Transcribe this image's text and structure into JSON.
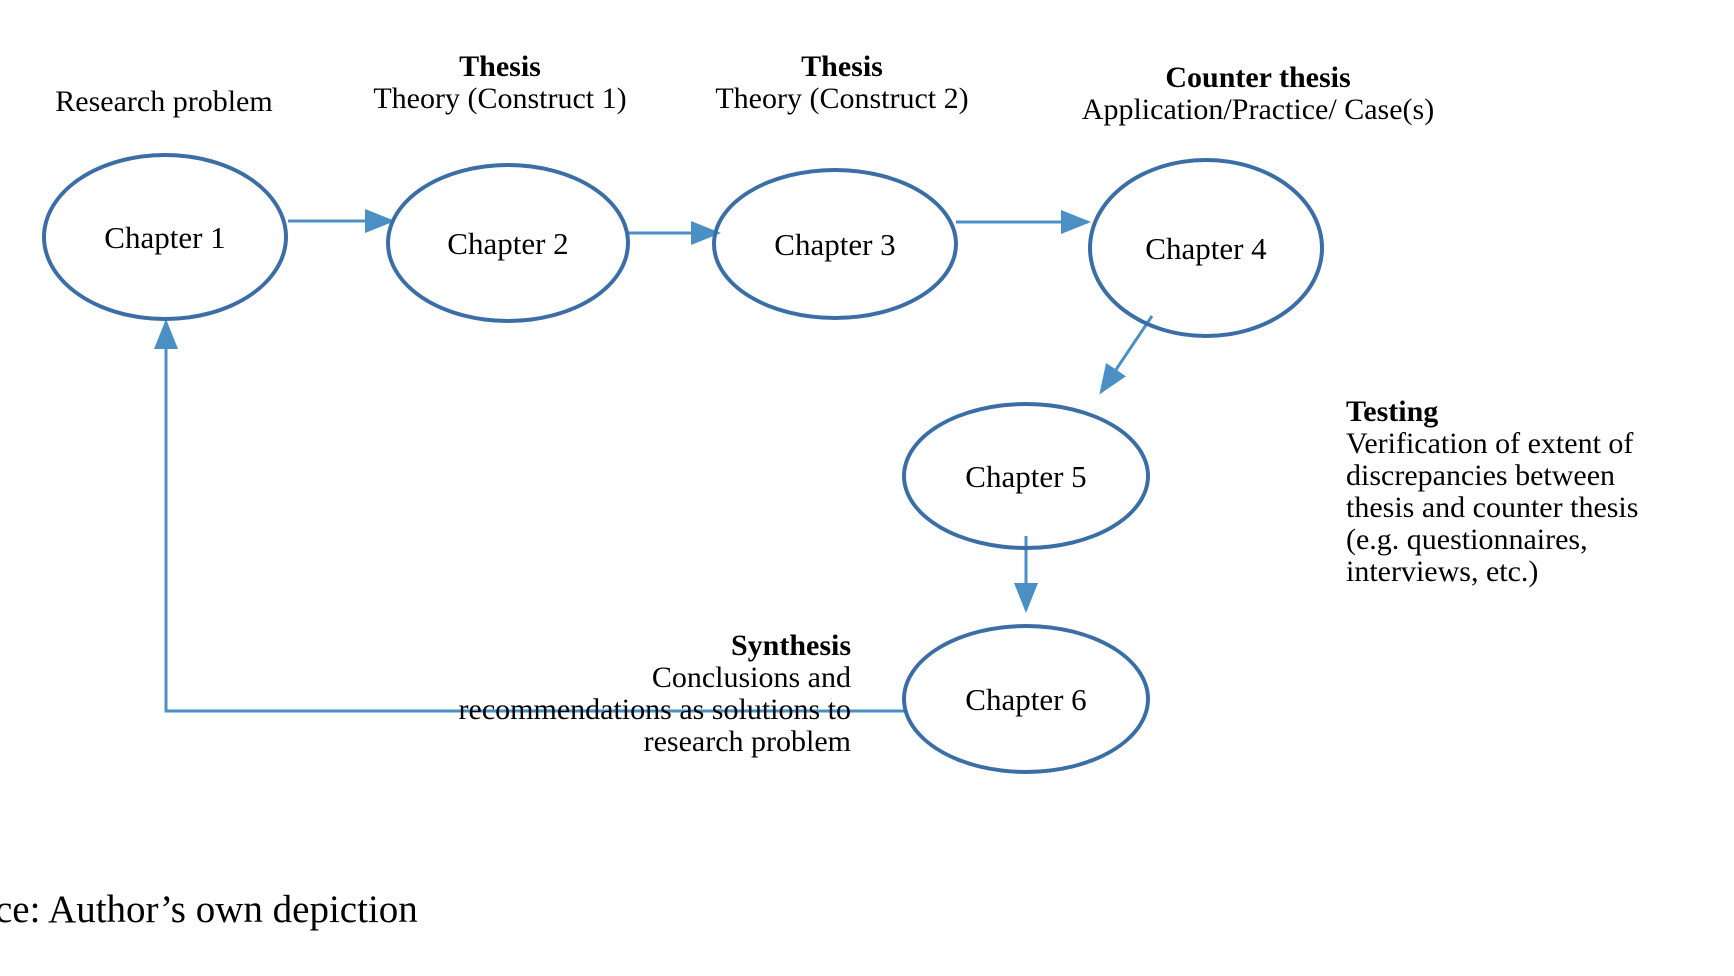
{
  "diagram": {
    "title_note": "Research thesis chapter flow diagram",
    "colors": {
      "ellipse_stroke": "#3a6ea5",
      "arrow": "#4a90c4",
      "text": "#000000",
      "background": "#ffffff"
    },
    "nodes": [
      {
        "id": "ch1",
        "label": "Chapter 1"
      },
      {
        "id": "ch2",
        "label": "Chapter 2"
      },
      {
        "id": "ch3",
        "label": "Chapter 3"
      },
      {
        "id": "ch4",
        "label": "Chapter 4"
      },
      {
        "id": "ch5",
        "label": "Chapter 5"
      },
      {
        "id": "ch6",
        "label": "Chapter 6"
      }
    ],
    "captions": [
      {
        "id": "cap1",
        "heading": "",
        "body": "Research problem"
      },
      {
        "id": "cap2",
        "heading": "Thesis",
        "body": "Theory (Construct 1)"
      },
      {
        "id": "cap3",
        "heading": "Thesis",
        "body": "Theory (Construct 2)"
      },
      {
        "id": "cap4",
        "heading": "Counter thesis",
        "body": "Application/Practice/ Case(s)"
      },
      {
        "id": "cap5",
        "heading": "Testing",
        "body_lines": [
          "Verification of extent of",
          "discrepancies between",
          "thesis and counter thesis",
          "(e.g. questionnaires,",
          "interviews, etc.)"
        ]
      },
      {
        "id": "cap6",
        "heading": "Synthesis",
        "body_lines": [
          "Conclusions and",
          "recommendations as solutions to",
          "research problem"
        ]
      }
    ],
    "source": "rce: Author’s own depiction"
  }
}
